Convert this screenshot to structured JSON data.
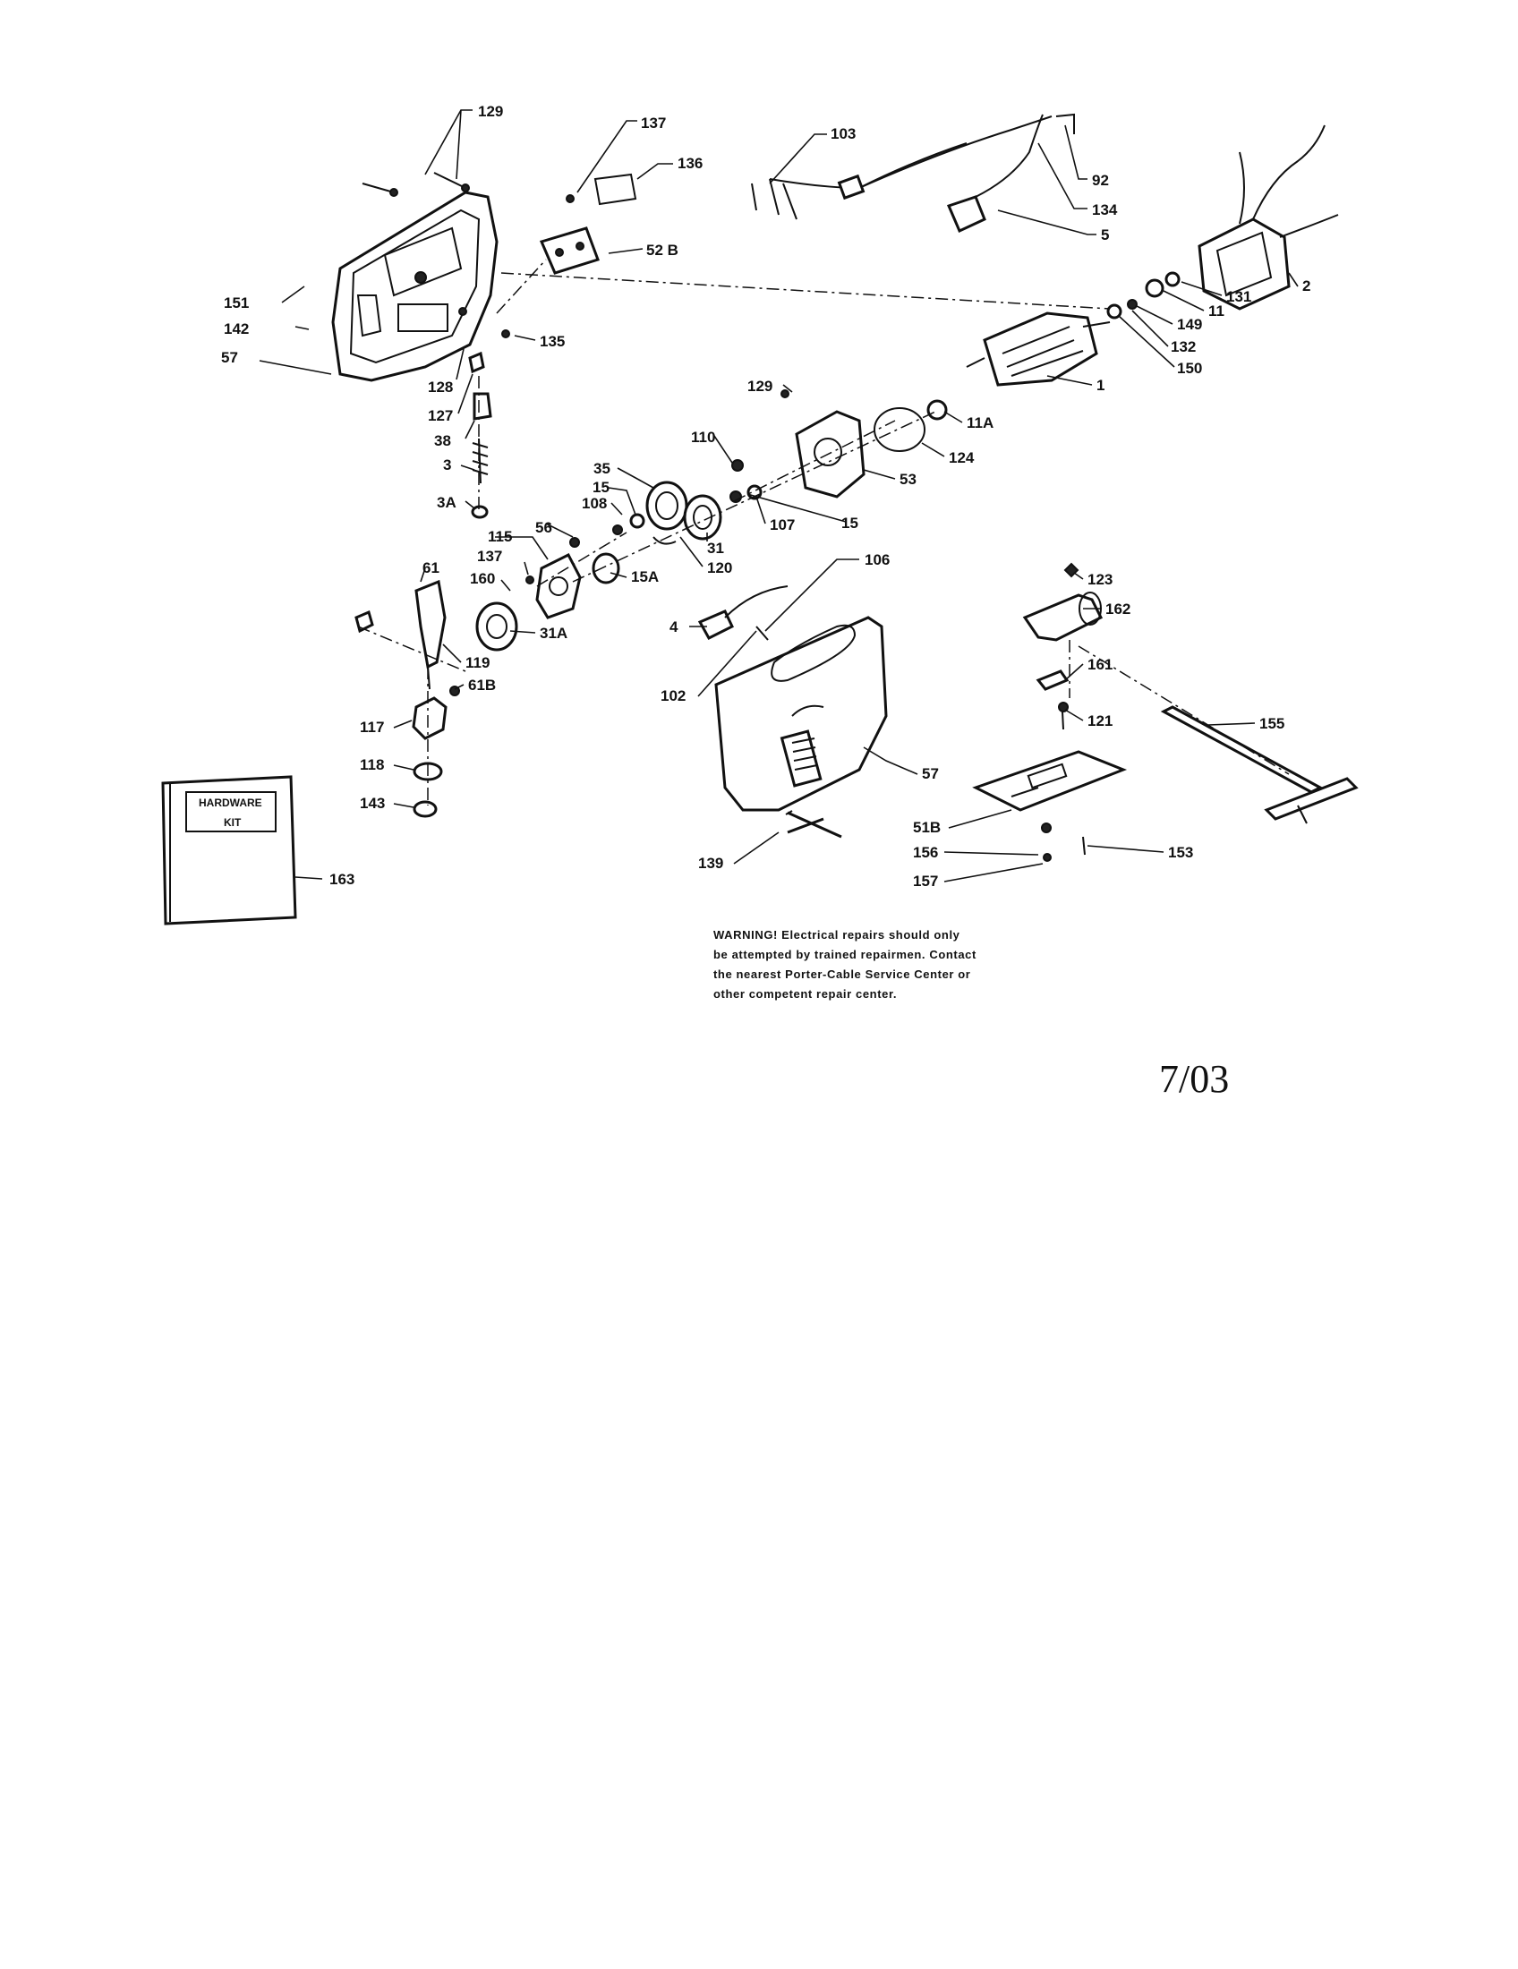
{
  "diagram": {
    "part_labels": [
      "129",
      "137",
      "136",
      "103",
      "92",
      "134",
      "5",
      "52 B",
      "151",
      "142",
      "57",
      "135",
      "128",
      "127",
      "38",
      "3",
      "3A",
      "2",
      "131",
      "11",
      "149",
      "132",
      "150",
      "1",
      "129",
      "11A",
      "124",
      "110",
      "53",
      "35",
      "15",
      "108",
      "107",
      "15",
      "31",
      "120",
      "115",
      "56",
      "137",
      "15A",
      "160",
      "31A",
      "61",
      "119",
      "61B",
      "117",
      "118",
      "143",
      "163",
      "106",
      "4",
      "102",
      "57",
      "139",
      "123",
      "162",
      "161",
      "121",
      "155",
      "51B",
      "156",
      "153",
      "157"
    ],
    "hardware_kit": {
      "line1": "HARDWARE",
      "line2": "KIT"
    }
  },
  "warning": {
    "lines": [
      "WARNING! Electrical repairs should only",
      "be attempted by trained repairmen. Contact",
      "the nearest Porter-Cable Service Center or",
      "other competent repair center."
    ]
  },
  "footer": {
    "date_code": "7/03"
  }
}
